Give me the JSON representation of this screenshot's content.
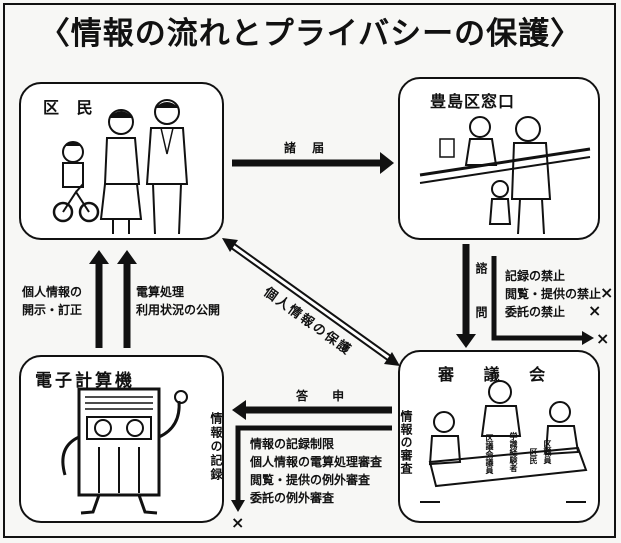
{
  "title": "〈情報の流れとプライバシーの保護〉",
  "nodes": {
    "residents": "区 民",
    "ward_office": "豊島区窓口",
    "computer": "電子計算機",
    "council": "審 議 会"
  },
  "edges": {
    "notification": "諸 届",
    "privacy_protection": "個人情報の保護",
    "inquiry": "諮 問",
    "report": "答 申",
    "disclosure_line1": "個人情報の",
    "disclosure_line2": "開示・訂正",
    "processing_line1": "電算処理",
    "processing_line2": "利用状況の公開",
    "council_review": "情報の審査",
    "info_record": "情報の記録"
  },
  "prohibitions": [
    "記録の禁止",
    "閲覧・提供の禁止",
    "委託の禁止"
  ],
  "restrictions": [
    "情報の記録制限",
    "個人情報の電算処理審査",
    "閲覧・提供の例外審査",
    "委託の例外審査"
  ],
  "marks": {
    "cross": "×"
  },
  "meeting_cards": [
    "区議会議員",
    "学識経験者",
    "区民",
    "区職員"
  ]
}
